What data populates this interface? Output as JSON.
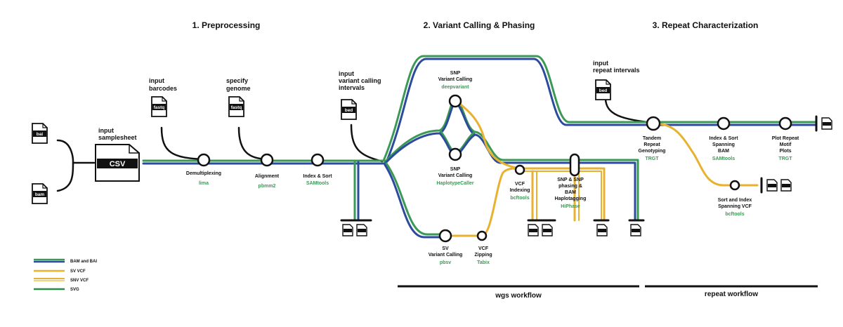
{
  "sections": [
    {
      "title": "1. Preprocessing"
    },
    {
      "title": "2. Variant Calling & Phasing"
    },
    {
      "title": "3. Repeat Characterization"
    }
  ],
  "inputs": {
    "bai": "bai",
    "bam": "bam",
    "csv": "CSV",
    "samplesheet": [
      "input",
      "samplesheet"
    ],
    "barcodes": [
      "input",
      "barcodes"
    ],
    "barcodes_file": "fastq",
    "genome": [
      "specify",
      "genome"
    ],
    "genome_file": "fastq",
    "vc_intervals": [
      "input",
      "variant calling",
      "intervals"
    ],
    "vc_file": "bed",
    "repeat_intervals": [
      "input",
      "repeat intervals"
    ],
    "repeat_file": "bed"
  },
  "steps": {
    "demux": {
      "label": [
        "Demultiplexing"
      ],
      "tool": "lima"
    },
    "align": {
      "label": [
        "Alignment"
      ],
      "tool": "pbmm2"
    },
    "index_sort": {
      "label": [
        "Index & Sort"
      ],
      "tool": "SAMtools"
    },
    "snp_deep": {
      "label": [
        "SNP",
        "Variant Calling"
      ],
      "tool": "deepvariant"
    },
    "snp_hc": {
      "label": [
        "SNP",
        "Variant Calling"
      ],
      "tool": "HaplotypeCaller"
    },
    "sv_call": {
      "label": [
        "SV",
        "Variant Calling"
      ],
      "tool": "pbsv"
    },
    "vcf_zip": {
      "label": [
        "VCF",
        "Zipping"
      ],
      "tool": "Tabix"
    },
    "vcf_index": {
      "label": [
        "VCF",
        "Indexing"
      ],
      "tool": "bcftools"
    },
    "phasing": {
      "label": [
        "SNP & SNP",
        "phasing &",
        "BAM",
        "Haplotagging"
      ],
      "tool": "HiPhase"
    },
    "trgt": {
      "label": [
        "Tandem",
        "Repeat",
        "Genotyping"
      ],
      "tool": "TRGT"
    },
    "index_spanning_bam": {
      "label": [
        "Index & Sort",
        "Spanning",
        "BAM"
      ],
      "tool": "SAMtools"
    },
    "plot_motif": {
      "label": [
        "Plot Repeat",
        "Motif",
        "Plots"
      ],
      "tool": "TRGT"
    },
    "sort_index_vcf": {
      "label": [
        "Sort and Index",
        "Spanning VCF"
      ],
      "tool": "bcftools"
    }
  },
  "legend": [
    {
      "label": "BAM and BAI",
      "colors": [
        "#3a9a55",
        "#2c4a9e"
      ]
    },
    {
      "label": "SV VCF",
      "colors": [
        "#e8b230"
      ]
    },
    {
      "label": "SNV VCF",
      "colors": [
        "#e8b230",
        "#f1d27a"
      ]
    },
    {
      "label": "SVG",
      "colors": [
        "#2c8a47"
      ]
    }
  ],
  "workflows": [
    {
      "label": "wgs workflow"
    },
    {
      "label": "repeat workflow"
    }
  ],
  "colors": {
    "green": "#3a9a55",
    "blue": "#2c4a9e",
    "yellow": "#e8b230",
    "black": "#111111"
  }
}
